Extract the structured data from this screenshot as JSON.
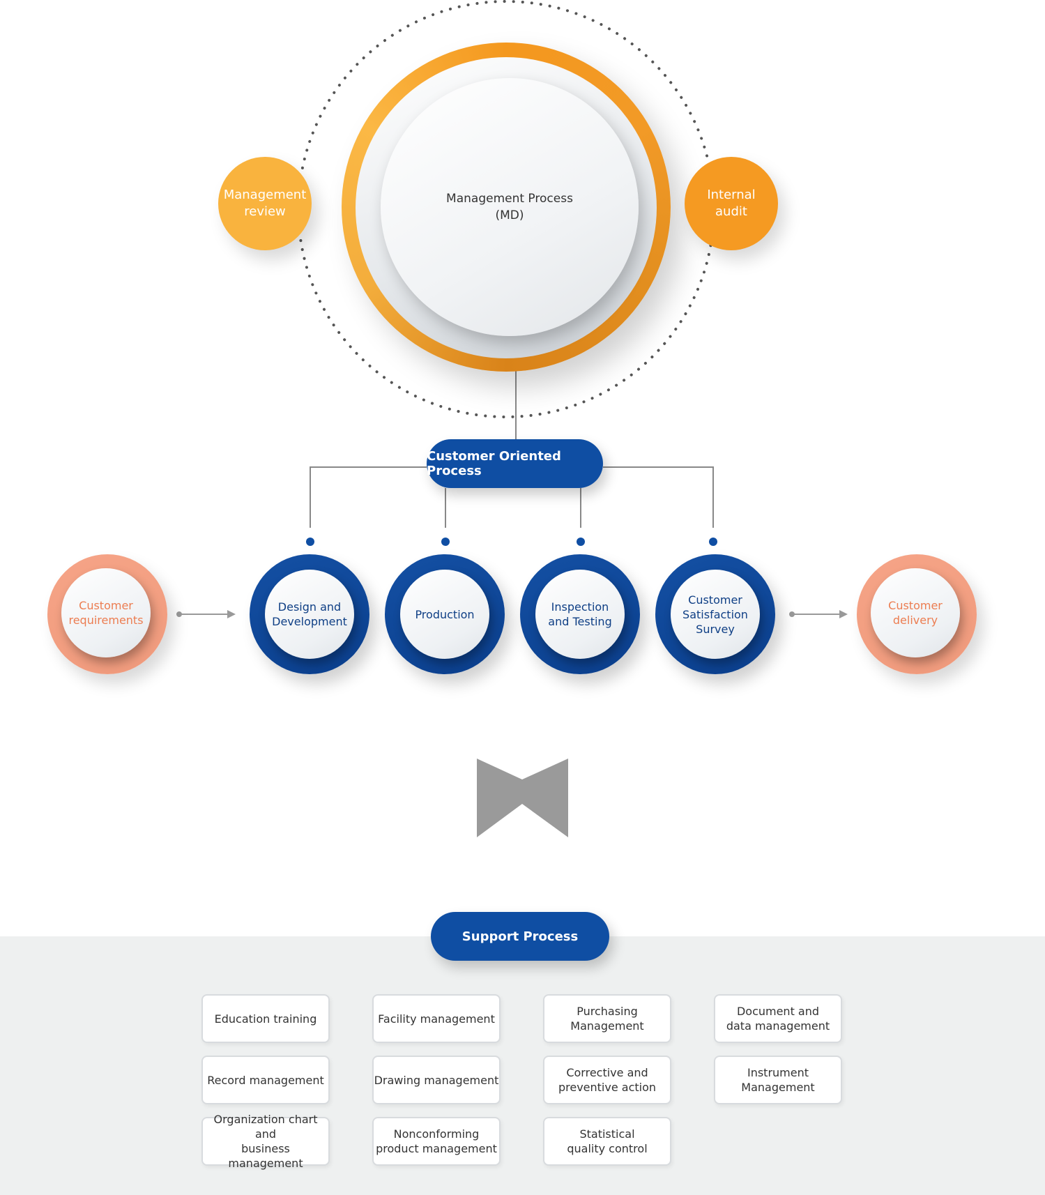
{
  "management": {
    "main_line1": "Management Process",
    "main_line2": "(MD)",
    "review_line1": "Management",
    "review_line2": "review",
    "audit_line1": "Internal",
    "audit_line2": "audit"
  },
  "customer_oriented_label": "Customer Oriented Process",
  "customer_requirements": {
    "line1": "Customer",
    "line2": "requirements"
  },
  "customer_delivery": {
    "line1": "Customer",
    "line2": "delivery"
  },
  "processes": [
    {
      "line1": "Design and",
      "line2": "Development",
      "line3": ""
    },
    {
      "line1": "Production",
      "line2": "",
      "line3": ""
    },
    {
      "line1": "Inspection",
      "line2": "and Testing",
      "line3": ""
    },
    {
      "line1": "Customer",
      "line2": "Satisfaction",
      "line3": "Survey"
    }
  ],
  "support_label": "Support Process",
  "support_items": [
    {
      "line1": "Education training",
      "line2": ""
    },
    {
      "line1": "Facility management",
      "line2": ""
    },
    {
      "line1": "Purchasing",
      "line2": "Management"
    },
    {
      "line1": "Document and",
      "line2": "data management"
    },
    {
      "line1": "Record management",
      "line2": ""
    },
    {
      "line1": "Drawing management",
      "line2": ""
    },
    {
      "line1": "Corrective and",
      "line2": "preventive action"
    },
    {
      "line1": "Instrument",
      "line2": "Management"
    },
    {
      "line1": "Organization chart and",
      "line2": "business management"
    },
    {
      "line1": "Nonconforming",
      "line2": "product management"
    },
    {
      "line1": "Statistical",
      "line2": "quality control"
    }
  ],
  "colors": {
    "orange_light": "#f9b33e",
    "orange": "#f59a22",
    "navy": "#0f4ea3",
    "salmon": "#f6a487",
    "salmon_text": "#ec7d51",
    "connector_gray": "#888888",
    "chevron_gray": "#9a9a9a"
  }
}
